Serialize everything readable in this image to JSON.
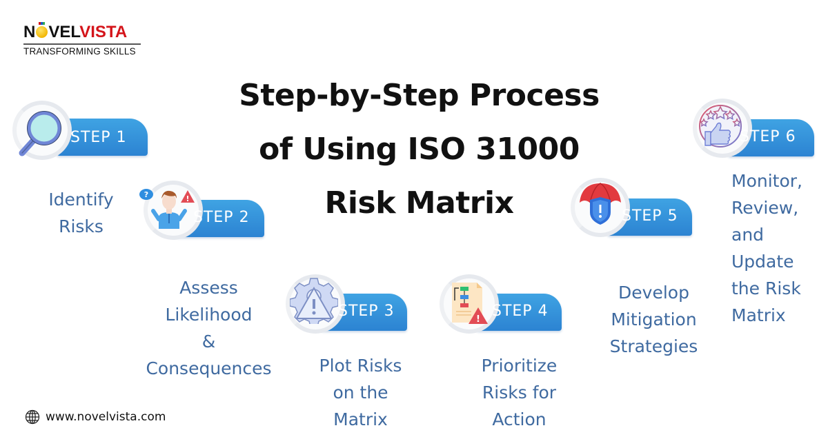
{
  "logo": {
    "brand_part1": "N",
    "brand_part2": "VEL",
    "brand_part3": "VISTA",
    "tagline": "TRANSFORMING SKILLS"
  },
  "title": {
    "line1": "Step-by-Step Process",
    "line2": "of Using ISO 31000",
    "line3": "Risk Matrix"
  },
  "colors": {
    "badge_gradient_top": "#3fa3e3",
    "badge_gradient_bottom": "#2c83d2",
    "description_text": "#3f6aa0",
    "title_text": "#111111",
    "brand_red": "#d4141a"
  },
  "steps": [
    {
      "label": "STEP 1",
      "icon": "magnifying-glass-icon",
      "description": [
        "Identify",
        "Risks"
      ]
    },
    {
      "label": "STEP 2",
      "icon": "confused-person-warning-icon",
      "description": [
        "Assess",
        "Likelihood",
        "&",
        "Consequences"
      ]
    },
    {
      "label": "STEP 3",
      "icon": "gear-warning-icon",
      "description": [
        "Plot Risks",
        "on the",
        "Matrix"
      ]
    },
    {
      "label": "STEP 4",
      "icon": "flowchart-document-warning-icon",
      "description": [
        "Prioritize",
        "Risks for",
        "Action"
      ]
    },
    {
      "label": "STEP 5",
      "icon": "umbrella-shield-icon",
      "description": [
        "Develop",
        "Mitigation",
        "Strategies"
      ]
    },
    {
      "label": "STEP 6",
      "icon": "thumbs-up-stars-icon",
      "description": [
        "Monitor,",
        "Review,",
        "and",
        "Update",
        "the Risk",
        "Matrix"
      ]
    }
  ],
  "footer": {
    "icon": "globe-icon",
    "website": "www.novelvista.com"
  }
}
